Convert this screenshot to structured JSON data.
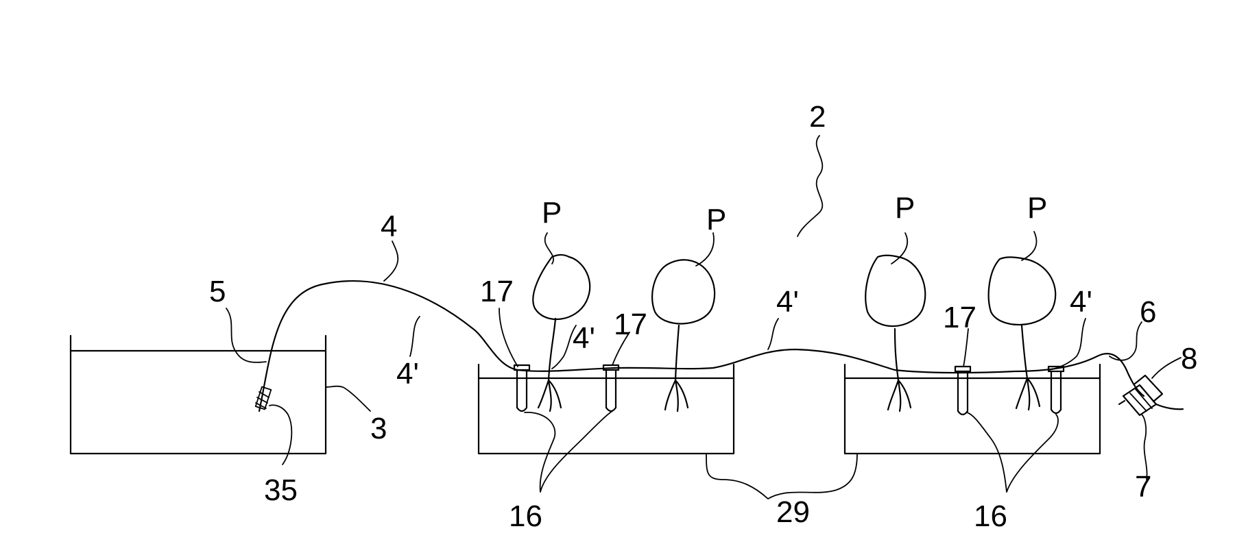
{
  "figure": {
    "labels": {
      "system": "2",
      "hose_main": "4",
      "hose_seg_1": "4'",
      "hose_seg_2": "4'",
      "hose_seg_3": "4'",
      "hose_seg_4": "4'",
      "inlet_end": "5",
      "tank": "3",
      "filter": "35",
      "dripper_a": "17",
      "dripper_b": "17",
      "dripper_c": "17",
      "emitter_left": "16",
      "emitter_right": "16",
      "trays": "29",
      "plant_1": "P",
      "plant_2": "P",
      "plant_3": "P",
      "plant_4": "P",
      "outlet_end": "6",
      "valve": "7",
      "cap": "8"
    }
  }
}
